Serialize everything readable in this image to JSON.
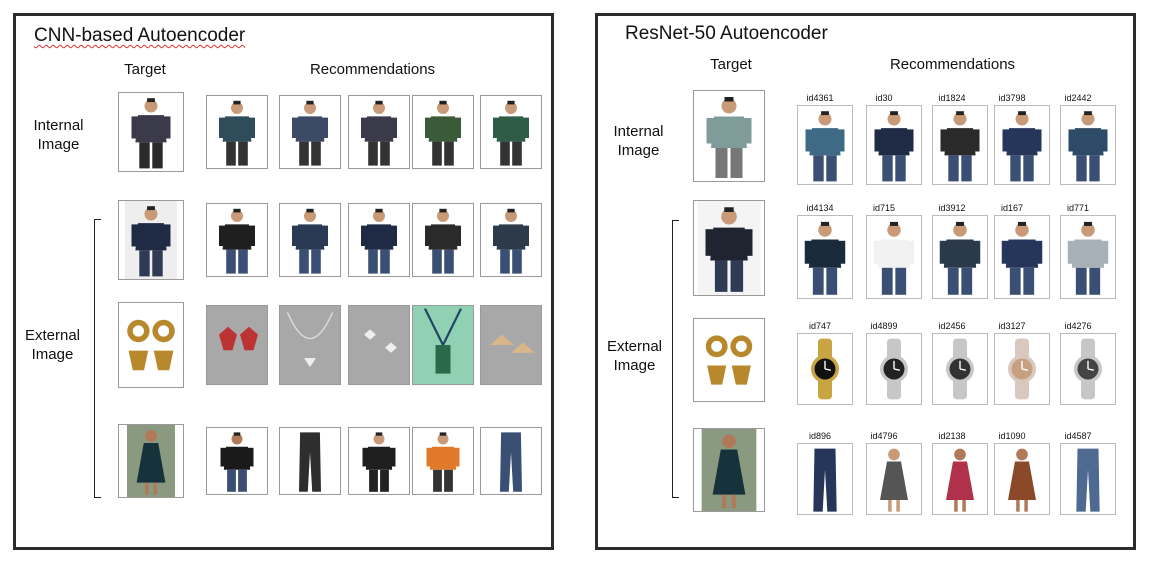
{
  "left": {
    "title": "CNN-based Autoencoder",
    "col_target": "Target",
    "col_recs": "Recommendations",
    "row_internal": [
      "Internal",
      "Image"
    ],
    "row_external": [
      "External",
      "Image"
    ]
  },
  "right": {
    "title": "ResNet-50 Autoencoder",
    "col_target": "Target",
    "col_recs": "Recommendations",
    "row_internal": [
      "Internal",
      "Image"
    ],
    "row_external": [
      "External",
      "Image"
    ],
    "ids": [
      [
        "id4361",
        "id30",
        "id1824",
        "id3798",
        "id2442"
      ],
      [
        "id4134",
        "id715",
        "id3912",
        "id167",
        "id771"
      ],
      [
        "id747",
        "id4899",
        "id2456",
        "id3127",
        "id4276"
      ],
      [
        "id896",
        "id4796",
        "id2138",
        "id1090",
        "id4587"
      ]
    ]
  },
  "colors": {
    "panel_border": "#2b2b2b",
    "tile_grey": "#a8a8a8",
    "shirt_dark": "#3a3a4a",
    "shirt_green": "#2f5c46",
    "shirt_navy": "#1f2a44",
    "jeans": "#3b4f75",
    "watch_silver": "#c7c7c7",
    "gold": "#b8882c"
  }
}
